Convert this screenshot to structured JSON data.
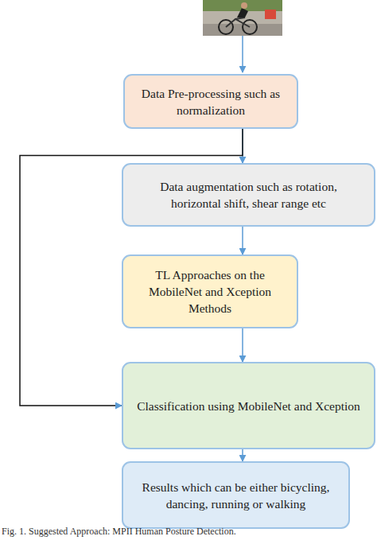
{
  "diagram": {
    "caption": "Fig. 1. Suggested Approach: MPII Human Posture Detection.",
    "nodes": [
      {
        "text": [
          "Data Pre-processing such as normalization"
        ]
      },
      {
        "text": [
          "Data augmentation such as rotation, horizontal shift, shear range etc"
        ]
      },
      {
        "text": [
          "TL Approaches on the MobileNet and Xception Methods"
        ]
      },
      {
        "text": [
          "Classification using MobileNet and Xception"
        ]
      },
      {
        "text": [
          "Results which can be either bicycling, dancing, running or walking"
        ]
      }
    ],
    "edges": [
      {
        "from": 0,
        "to": 1,
        "arrow": "to"
      },
      {
        "from": 1,
        "to": 2,
        "arrow": "to"
      },
      {
        "from": 2,
        "to": 3,
        "arrow": "to"
      },
      {
        "from": 0,
        "to": 3,
        "arrow": "to"
      },
      {
        "from": 3,
        "to": 4,
        "arrow": "to"
      }
    ]
  }
}
